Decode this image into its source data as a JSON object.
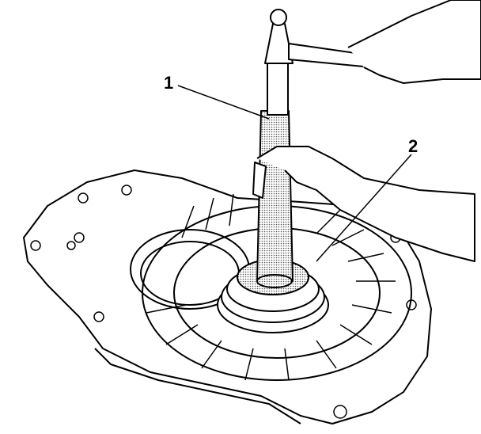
{
  "callouts": [
    {
      "number": "1",
      "part": "tool"
    },
    {
      "number": "2",
      "part": "seal"
    }
  ],
  "colors": {
    "line": "#000000",
    "background": "#ffffff",
    "stipple": "#bdbdbd"
  }
}
